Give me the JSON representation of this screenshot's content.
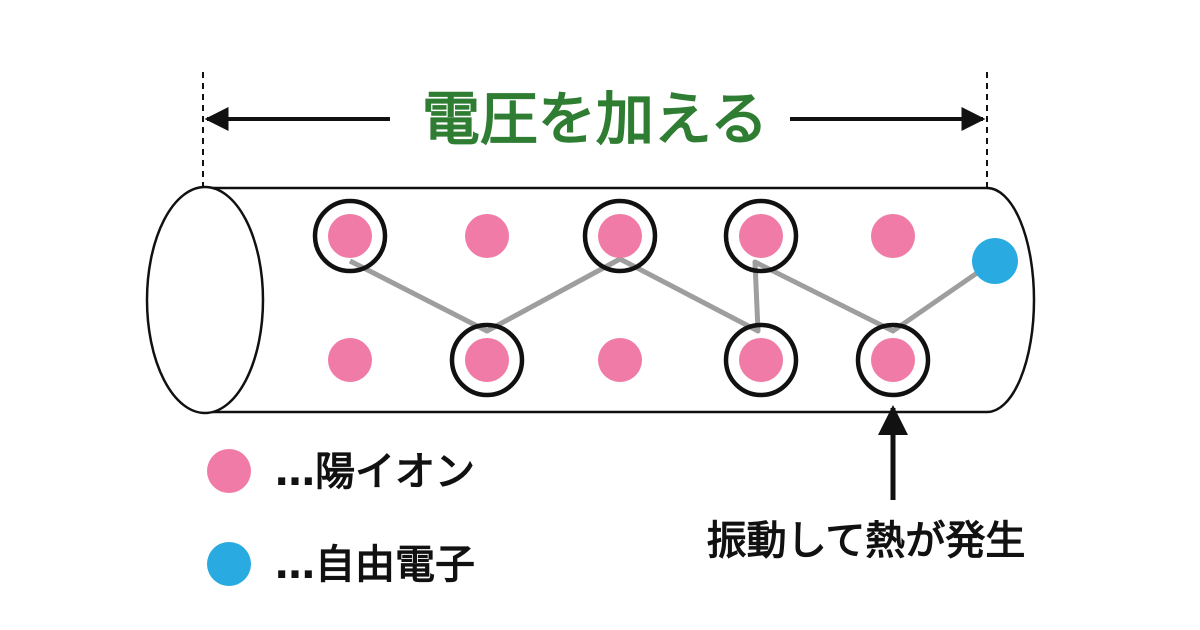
{
  "title": "電圧を加える",
  "legend": {
    "ion_label": "…陽イオン",
    "electron_label": "…自由電子"
  },
  "annotation": "振動して熱が発生",
  "colors": {
    "title": "#2e7d32",
    "ion": "#f17ba7",
    "electron": "#29abe2",
    "outline": "#111111",
    "path": "#9e9e9e"
  }
}
